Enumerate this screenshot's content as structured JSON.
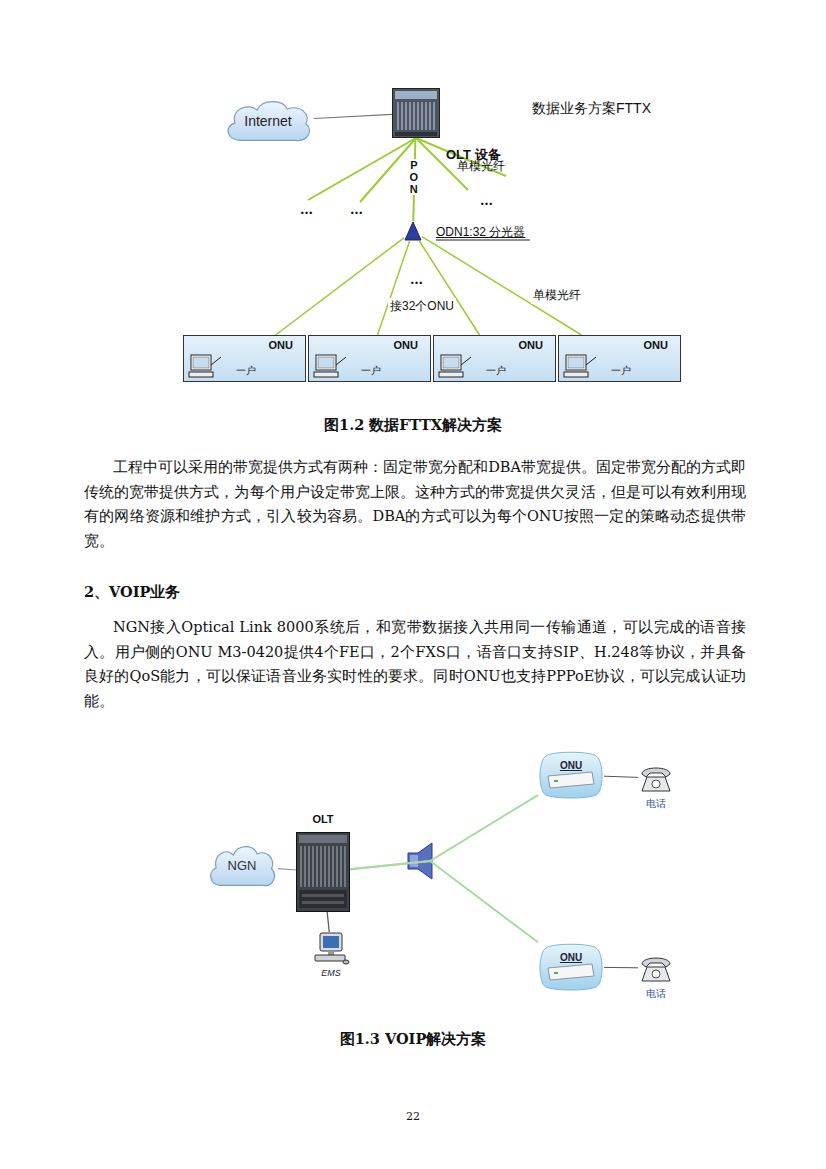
{
  "diagram": {
    "title": "数据业务方案FTTX",
    "caption": "图1.2 数据FTTX解决方案",
    "nodes": [
      {
        "text": [
          "Internet"
        ]
      },
      {
        "text": [
          "OLT 设备"
        ]
      },
      {
        "text": [
          "ODN1:32 分光器"
        ]
      },
      {
        "text": [
          "ONU",
          "一户"
        ]
      },
      {
        "text": [
          "ONU",
          "一户"
        ]
      },
      {
        "text": [
          "ONU",
          "一户"
        ]
      },
      {
        "text": [
          "ONU",
          "一户"
        ]
      },
      {
        "text": [
          "NGN"
        ]
      },
      {
        "text": [
          "OLT"
        ]
      },
      {
        "text": [
          "EMS"
        ]
      },
      {
        "text": [
          "ONU"
        ]
      },
      {
        "text": [
          "电话"
        ]
      },
      {
        "text": [
          "ONU"
        ]
      },
      {
        "text": [
          "电话"
        ]
      }
    ],
    "edges": [
      {
        "from": 0,
        "to": 1,
        "arrow": "none"
      },
      {
        "from": 1,
        "to": 2,
        "label": "PON",
        "arrow": "none"
      },
      {
        "from": 2,
        "to": 3,
        "arrow": "none"
      },
      {
        "from": 2,
        "to": 4,
        "arrow": "none"
      },
      {
        "from": 2,
        "to": 5,
        "arrow": "none"
      },
      {
        "from": 2,
        "to": 6,
        "arrow": "none"
      },
      {
        "from": 7,
        "to": 8,
        "arrow": "none"
      },
      {
        "from": 8,
        "to": 9,
        "arrow": "none"
      },
      {
        "from": 8,
        "to": 10,
        "arrow": "none"
      },
      {
        "from": 8,
        "to": 12,
        "arrow": "none"
      },
      {
        "from": 10,
        "to": 11,
        "arrow": "none"
      },
      {
        "from": 12,
        "to": 13,
        "arrow": "none"
      }
    ],
    "labels": [
      "单模光纤",
      "…",
      "…",
      "…",
      "…",
      "接32个ONU",
      "单模光纤",
      "工程中可以采用的带宽提供方式有两种：固定带宽分配和DBA带宽提供。固定带宽分配的方式即传统的宽带提供方式，为每个用户设定带宽上限。这种方式的带宽提供欠灵活，但是可以有效利用现有的网络资源和维护方式，引入较为容易。DBA的方式可以为每个ONU按照一定的策略动态提供带宽。",
      "2、VOIP业务",
      "NGN接入Optical Link 8000系统后，和宽带数据接入共用同一传输通道，可以完成的语音接入。用户侧的ONU M3-0420提供4个FE口，2个FXS口，语音口支持SIP、H.248等协议，并具备良好的QoS能力，可以保证语音业务实时性的要求。同时ONU也支持PPPoE协议，可以完成认证功能。",
      "图1.3 VOIP解决方案",
      "22"
    ]
  }
}
